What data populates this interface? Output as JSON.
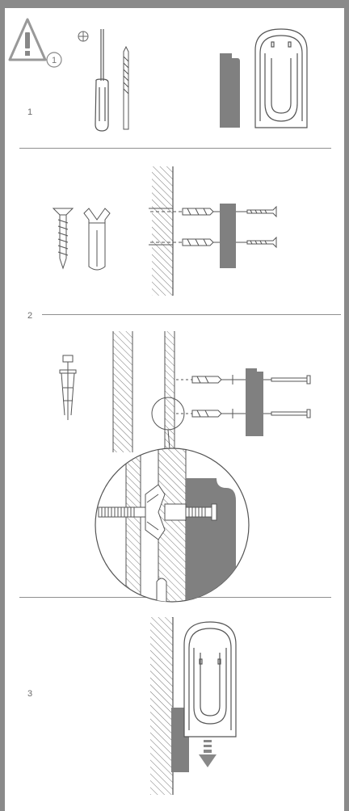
{
  "steps": [
    {
      "number": "1"
    },
    {
      "number": "2"
    },
    {
      "number": "3"
    }
  ],
  "warning": {
    "badge": "1",
    "icon": "warning-triangle-icon"
  },
  "colors": {
    "frame": "#8a8a8a",
    "line": "#555555",
    "bracket_fill": "#808080",
    "divider": "#8f8f8f"
  }
}
